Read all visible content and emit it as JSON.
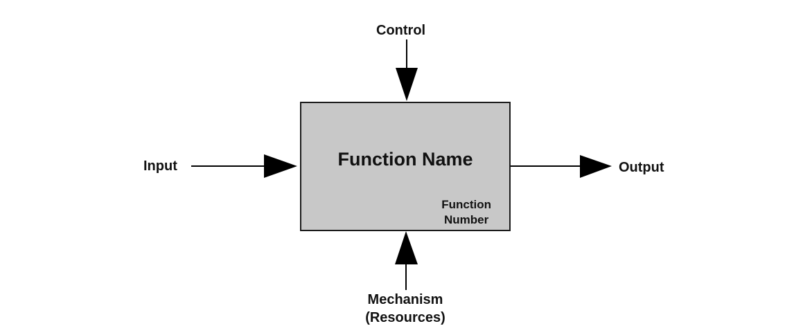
{
  "diagram": {
    "control_label": "Control",
    "input_label": "Input",
    "output_label": "Output",
    "mechanism_label_line1": "Mechanism",
    "mechanism_label_line2": "(Resources)",
    "function_name": "Function Name",
    "function_number_line1": "Function",
    "function_number_line2": "Number",
    "box_fill_color": "#c8c8c8",
    "arrow_color": "#000000"
  }
}
